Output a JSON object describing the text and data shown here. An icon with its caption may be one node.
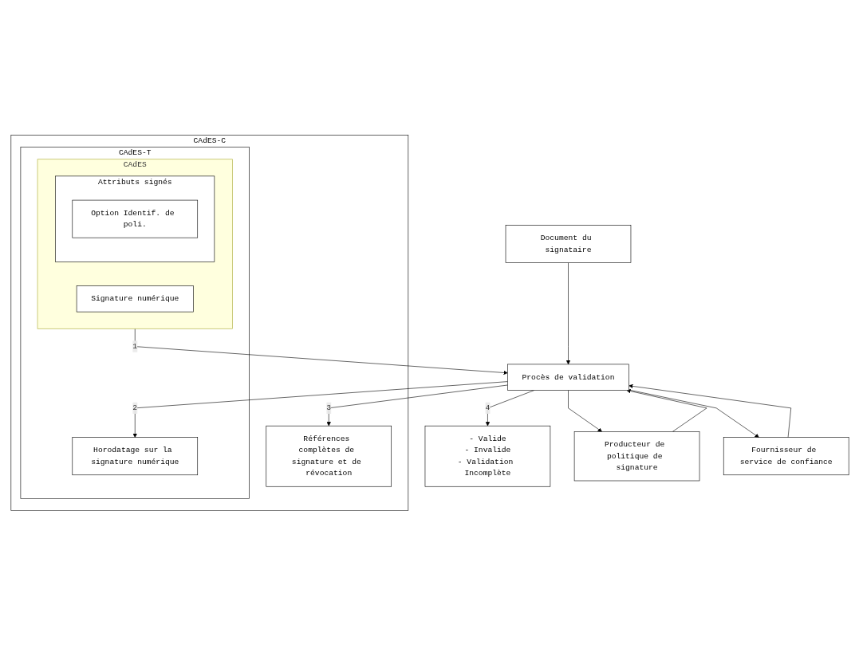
{
  "diagram": {
    "nodes": [
      {
        "text": [
          "CAdES-C"
        ]
      },
      {
        "text": [
          "CAdES-T"
        ],
        "in": 0
      },
      {
        "text": [
          "CAdES"
        ],
        "in": 1
      },
      {
        "text": [
          "Attributs signés"
        ],
        "in": 2
      },
      {
        "text": [
          "Option Identif. de poli."
        ],
        "in": 3
      },
      {
        "text": [
          "Signature numérique"
        ],
        "in": 2
      },
      {
        "text": [
          "Horodatage sur la signature numérique"
        ],
        "in": 1
      },
      {
        "text": [
          "Références complètes de signature et de révocation"
        ],
        "in": 0
      },
      {
        "text": [
          "Document du signataire"
        ]
      },
      {
        "text": [
          "Procès de validation"
        ]
      },
      {
        "text": [
          "- Valide",
          "- Invalide",
          "- Validation Incomplète"
        ]
      },
      {
        "text": [
          "Producteur de politique de signature"
        ]
      },
      {
        "text": [
          "Fournisseur de service de confiance"
        ]
      }
    ],
    "edges": [
      {
        "from": 2,
        "to": 9,
        "arrow": "to",
        "label": "1"
      },
      {
        "from": 9,
        "to": 6,
        "arrow": "to",
        "label": "2"
      },
      {
        "from": 9,
        "to": 7,
        "arrow": "to",
        "label": "3"
      },
      {
        "from": 8,
        "to": 9,
        "arrow": "to"
      },
      {
        "from": 9,
        "to": 10,
        "arrow": "to",
        "label": "4"
      },
      {
        "from": 9,
        "to": 11,
        "arrow": "to"
      },
      {
        "from": 11,
        "to": 9,
        "arrow": "to"
      },
      {
        "from": 9,
        "to": 12,
        "arrow": "to"
      },
      {
        "from": 12,
        "to": 9,
        "arrow": "to"
      }
    ]
  }
}
